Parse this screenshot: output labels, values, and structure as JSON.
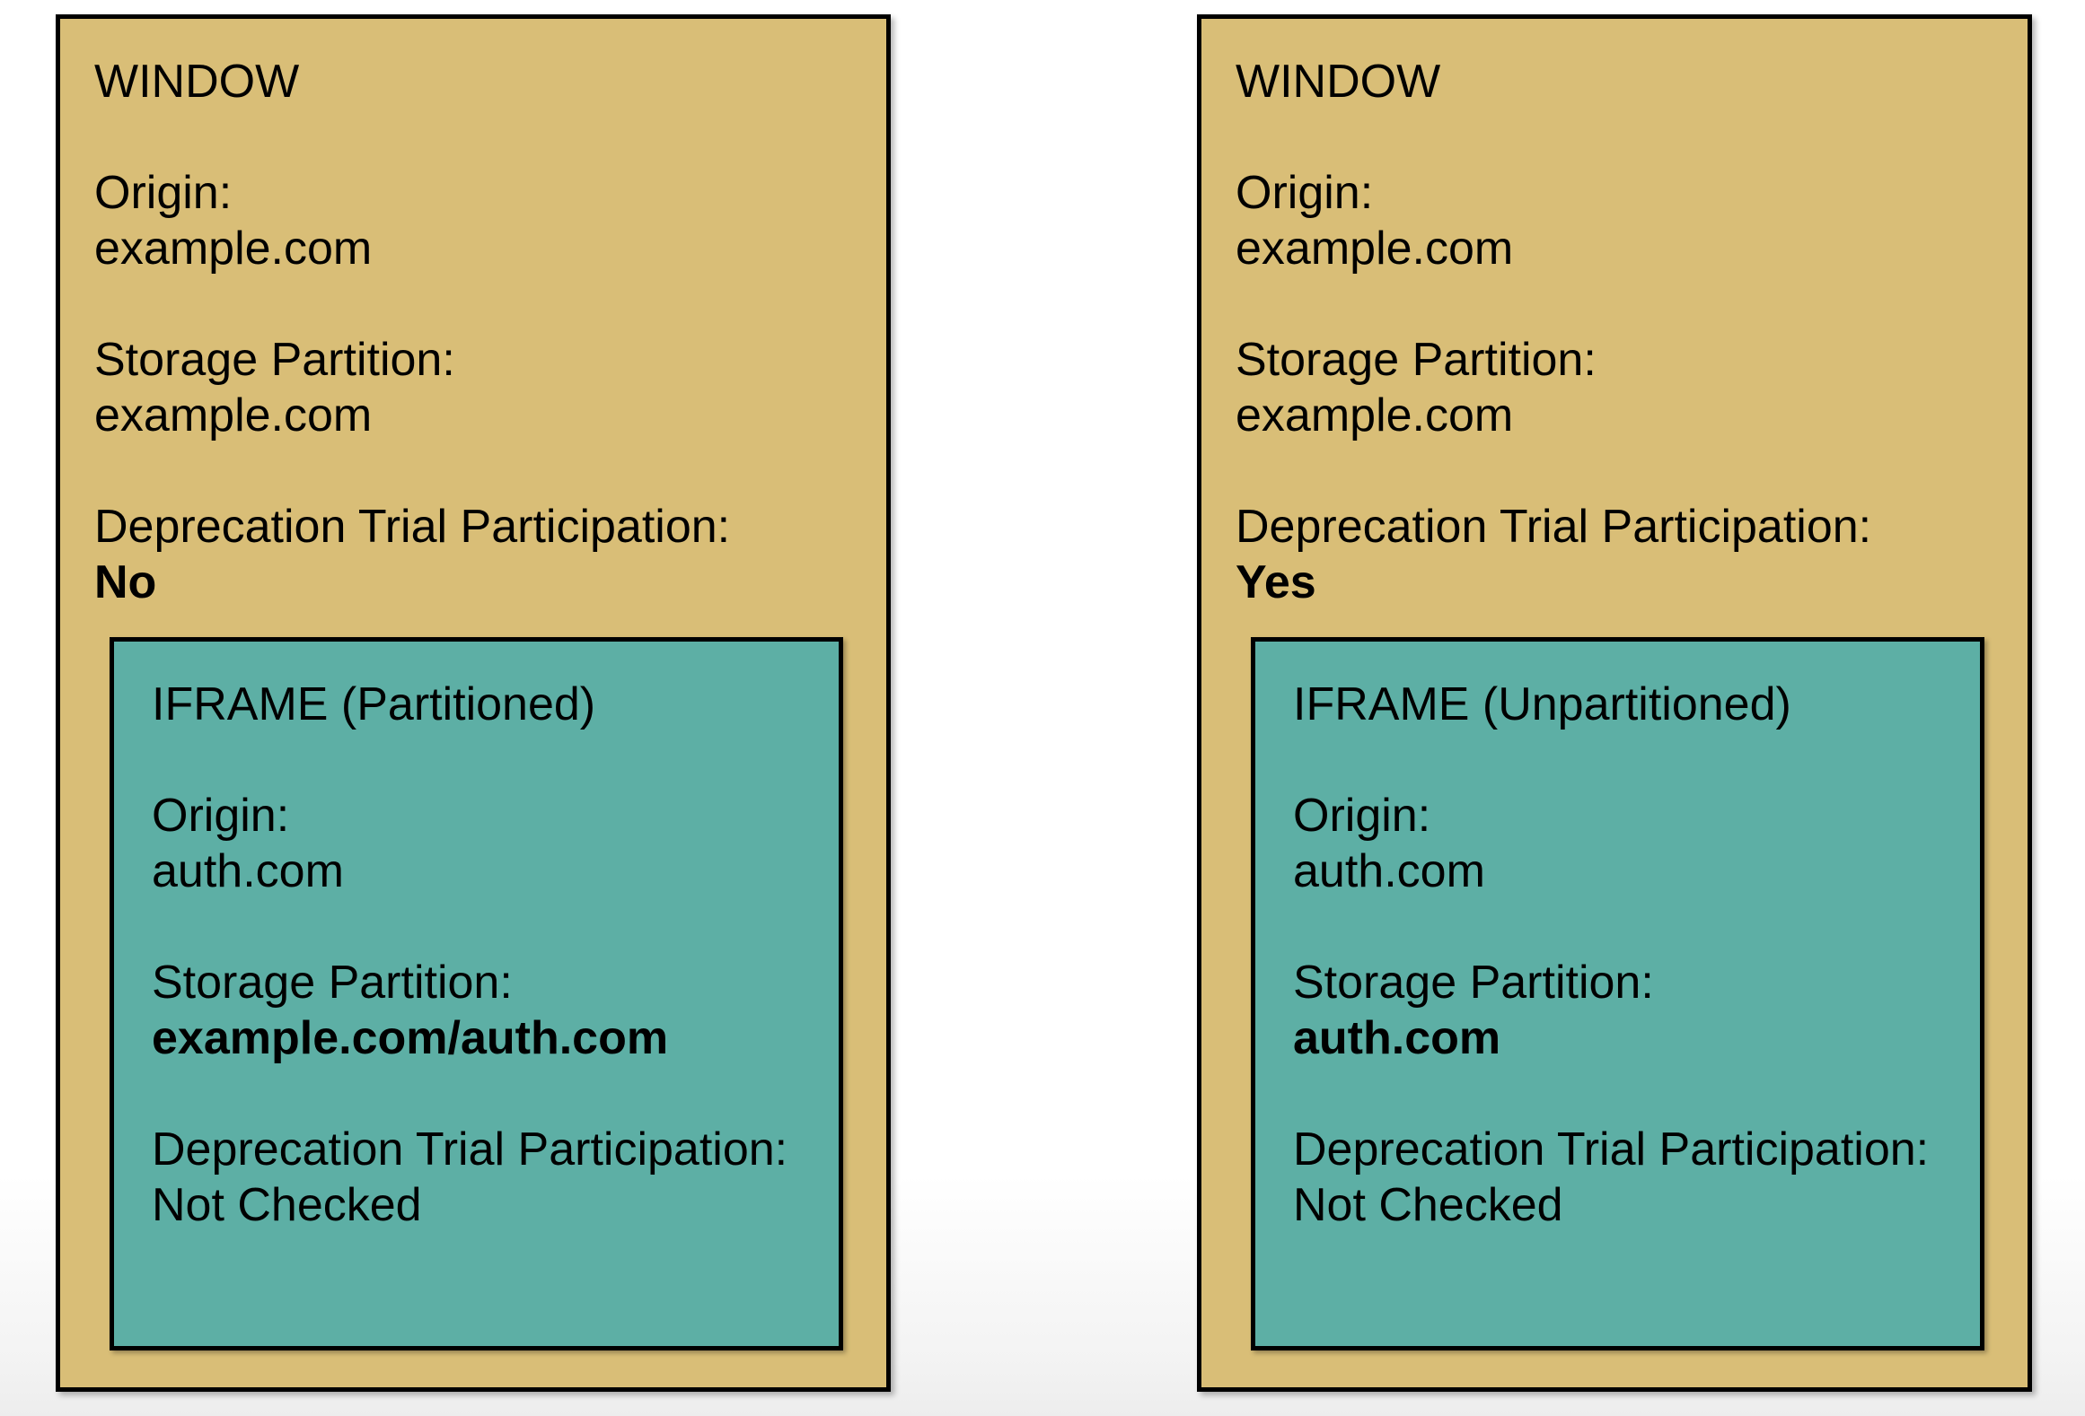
{
  "colors": {
    "window_bg": "#D9BE77",
    "iframe_bg": "#5DAFA5",
    "border": "#000000",
    "page_bg_top": "#ffffff",
    "page_bg_bottom": "#ededed"
  },
  "windows": [
    {
      "title": "WINDOW",
      "fields": [
        {
          "label": "Origin:",
          "value": "example.com",
          "value_bold": false
        },
        {
          "label": "Storage Partition:",
          "value": "example.com",
          "value_bold": false
        },
        {
          "label": "Deprecation Trial Participation:",
          "value": "No",
          "value_bold": true
        }
      ],
      "iframe": {
        "title": "IFRAME (Partitioned)",
        "fields": [
          {
            "label": "Origin:",
            "value": "auth.com",
            "value_bold": false
          },
          {
            "label": "Storage Partition:",
            "value": "example.com/auth.com",
            "value_bold": true
          },
          {
            "label": "Deprecation Trial Participation:",
            "value": "Not Checked",
            "value_bold": false
          }
        ]
      }
    },
    {
      "title": "WINDOW",
      "fields": [
        {
          "label": "Origin:",
          "value": "example.com",
          "value_bold": false
        },
        {
          "label": "Storage Partition:",
          "value": "example.com",
          "value_bold": false
        },
        {
          "label": "Deprecation Trial Participation:",
          "value": "Yes",
          "value_bold": true
        }
      ],
      "iframe": {
        "title": "IFRAME (Unpartitioned)",
        "fields": [
          {
            "label": "Origin:",
            "value": "auth.com",
            "value_bold": false
          },
          {
            "label": "Storage Partition:",
            "value": "auth.com",
            "value_bold": true
          },
          {
            "label": "Deprecation Trial Participation:",
            "value": "Not Checked",
            "value_bold": false
          }
        ]
      }
    }
  ]
}
